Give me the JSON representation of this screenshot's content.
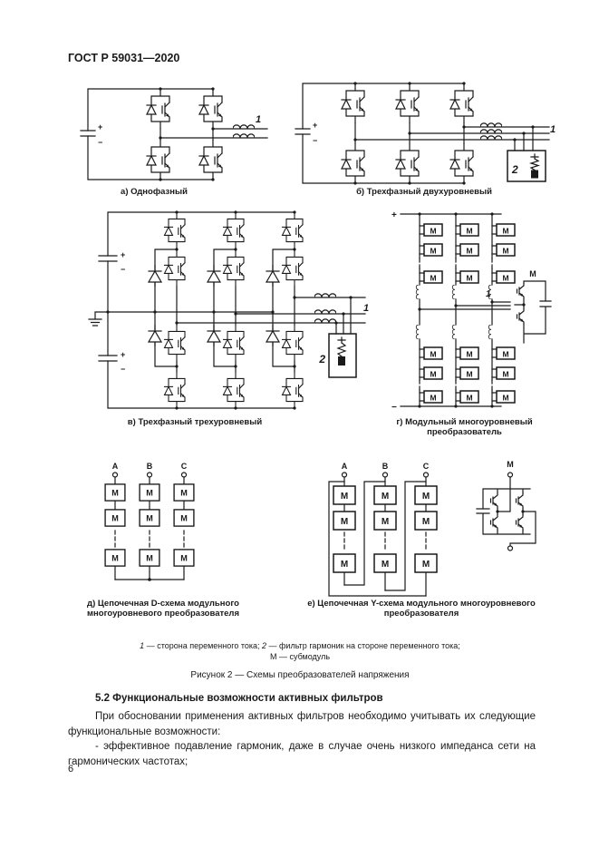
{
  "page": {
    "header": "ГОСТ Р 59031—2020",
    "number": "6"
  },
  "figure": {
    "labels": {
      "one": "1",
      "two": "2",
      "m": "М",
      "plus": "+",
      "minus": "−",
      "phase_a": "A",
      "phase_b": "B",
      "phase_c": "C"
    },
    "captions": {
      "a": "а) Однофазный",
      "b": "б) Трехфазный двухуровневый",
      "v": "в) Трехфазный трехуровневый",
      "g1": "г) Модульный многоуровневый",
      "g2": "преобразователь",
      "d1": "д) Цепочечная D-схема модульного",
      "d2": "многоуровневого преобразователя",
      "e1": "е) Цепочечная Y-схема модульного многоуровневого",
      "e2": "преобразователя"
    },
    "legend": {
      "num1": "1",
      "text1": " — сторона переменного тока; ",
      "num2": "2",
      "text2": " — фильтр гармоник на стороне переменного тока;",
      "line2": "М — субмодуль"
    },
    "title": "Рисунок 2 — Схемы преобразователей напряжения"
  },
  "section": {
    "heading": "5.2 Функциональные возможности активных фильтров",
    "paragraph1": "При обосновании применения активных фильтров необходимо учитывать их следующие функциональные возможности:",
    "paragraph2": "- эффективное подавление гармоник, даже в случае очень низкого импеданса сети на гармонических частотах;"
  }
}
